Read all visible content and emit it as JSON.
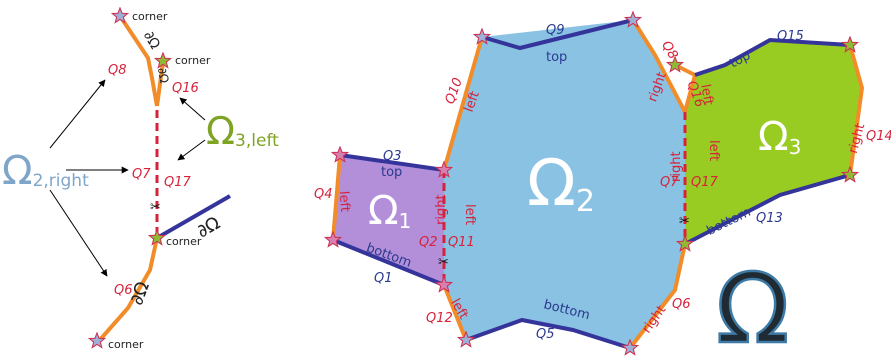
{
  "colors": {
    "omega1_fill": "#b38fd9",
    "omega2_fill": "#89c2e2",
    "omega3_fill": "#99cc22",
    "edge_orange": "#f28c28",
    "edge_blue": "#34349a",
    "interface_red": "#d6223a",
    "corner_star": "#9fb0d8",
    "corner_star_green": "#8fbb33",
    "corner_star_pink": "#d77fb0"
  },
  "left_panel": {
    "omega2_right": {
      "symbol": "Ω",
      "sub": "2,right"
    },
    "omega3_left": {
      "symbol": "Ω",
      "sub": "3,left"
    },
    "corner_top": "corner",
    "corner_mid_right": "corner",
    "corner_center": "corner",
    "corner_bottom": "corner",
    "boundary_top": "∂Ω",
    "boundary_upper_mid": "∂Ω",
    "boundary_right": "∂Ω",
    "boundary_bottom": "∂Ω",
    "q8": "Q8",
    "q16": "Q16",
    "q7": "Q7",
    "q17": "Q17",
    "q6": "Q6"
  },
  "domain": {
    "omega1": {
      "symbol": "Ω",
      "sub": "1"
    },
    "omega2": {
      "symbol": "Ω",
      "sub": "2"
    },
    "omega3": {
      "symbol": "Ω",
      "sub": "3"
    },
    "omega": "Ω"
  },
  "labels": {
    "q1": "Q1",
    "q2": "Q2",
    "q3": "Q3",
    "q4": "Q4",
    "q5": "Q5",
    "q6": "Q6",
    "q7": "Q7",
    "q8": "Q8",
    "q9": "Q9",
    "q10": "Q10",
    "q11": "Q11",
    "q12": "Q12",
    "q13": "Q13",
    "q14": "Q14",
    "q15": "Q15",
    "q16": "Q16",
    "q17": "Q17",
    "o1_top": "top",
    "o1_left": "left",
    "o1_right": "right",
    "o1_bottom": "bottom",
    "o2_left_upper": "left",
    "o2_left_iface": "left",
    "o2_left_lower": "left",
    "o2_top": "top",
    "o2_bottom": "bottom",
    "o2_right_upper": "right",
    "o2_right_iface": "right",
    "o2_right_lower": "right",
    "o3_left_small": "left",
    "o3_left_iface": "left",
    "o3_top": "top",
    "o3_right": "right",
    "o3_bottom": "bottom",
    "small_right": "right"
  },
  "icons": {
    "scissors": "✂",
    "star": "corner-star-icon"
  }
}
